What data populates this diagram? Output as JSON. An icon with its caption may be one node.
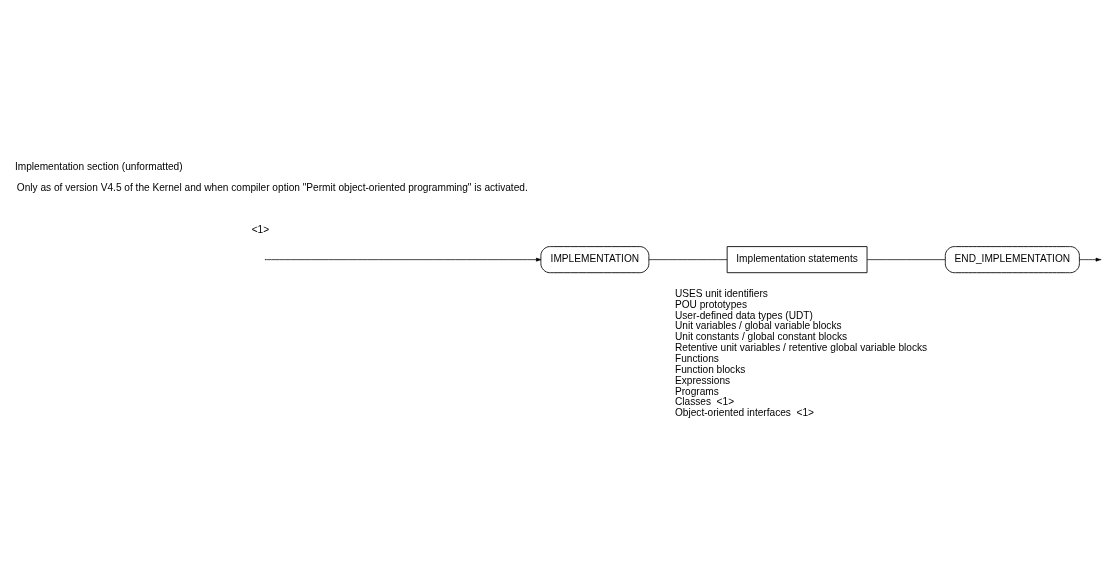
{
  "diagram": {
    "title": "Implementation section (unformatted)",
    "nodes": [
      {
        "text": [
          "IMPLEMENTATION"
        ]
      },
      {
        "text": [
          "Implementation statements"
        ],
        "beside": [
          "USES unit identifiers",
          "POU prototypes",
          "User-defined data types (UDT)",
          "Unit variables / global variable blocks",
          "Unit constants / global constant blocks",
          "Retentive unit variables / retentive global variable blocks",
          "Functions",
          "Function blocks",
          "Expressions",
          "Programs",
          "Classes  <1>",
          "Object-oriented interfaces  <1>"
        ]
      },
      {
        "text": [
          "END_IMPLEMENTATION"
        ]
      }
    ],
    "edges": [
      {
        "from": null,
        "to": 0,
        "arrow": "to"
      },
      {
        "from": 0,
        "to": 1,
        "arrow": "none"
      },
      {
        "from": 1,
        "to": 2,
        "arrow": "none"
      },
      {
        "from": 2,
        "to": null,
        "arrow": "to"
      }
    ],
    "labels": [
      "<1>",
      "Only as of version V4.5 of the Kernel and when compiler option \"Permit object-oriented programming\" is activated."
    ]
  }
}
